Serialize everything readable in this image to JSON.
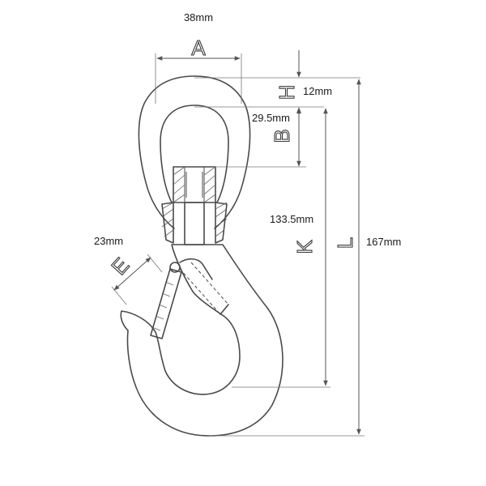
{
  "dimensions": {
    "A": {
      "letter": "A",
      "value": "38mm"
    },
    "H": {
      "letter": "H",
      "value": "12mm"
    },
    "B": {
      "letter": "B",
      "value": "29.5mm"
    },
    "K": {
      "letter": "K",
      "value": "133.5mm"
    },
    "L": {
      "letter": "L",
      "value": "167mm"
    },
    "E": {
      "letter": "E",
      "value": "23mm"
    }
  },
  "colors": {
    "line": "#4a4a4a",
    "text": "#1a1a1a",
    "background": "#ffffff"
  }
}
